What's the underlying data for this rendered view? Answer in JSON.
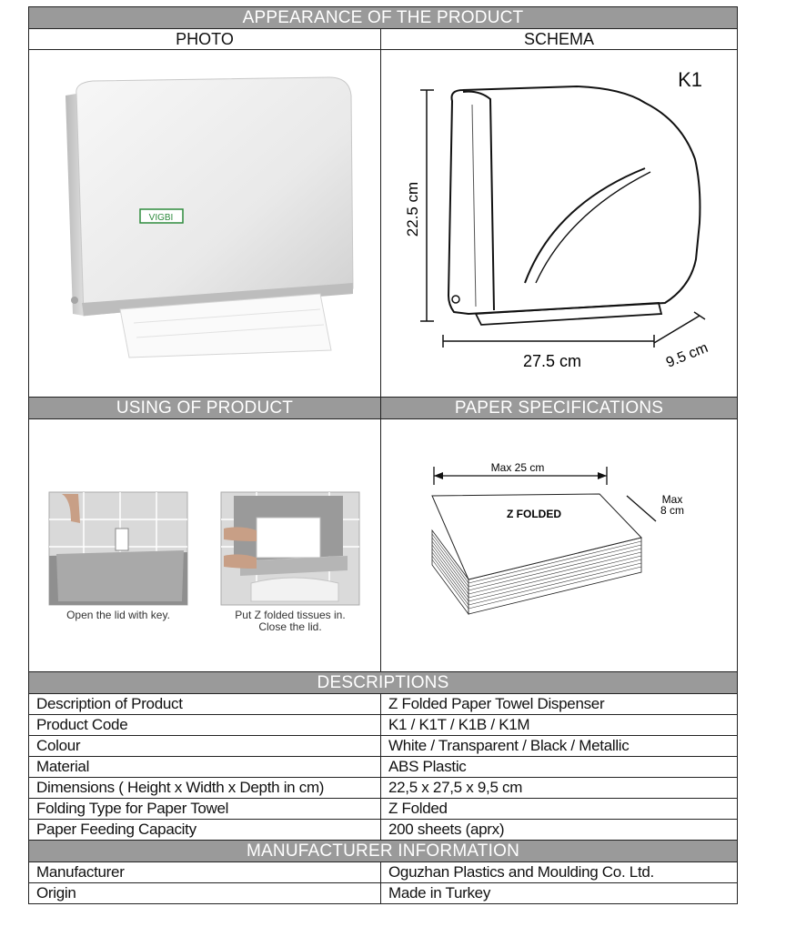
{
  "sections": {
    "appearance": "APPEARANCE OF THE PRODUCT",
    "using": "USING OF PRODUCT",
    "paper_specs": "PAPER  SPECIFICATIONS",
    "descriptions": "DESCRIPTIONS",
    "manufacturer_info": "MANUFACTURER INFORMATION"
  },
  "columns": {
    "photo": "PHOTO",
    "schema": "SCHEMA"
  },
  "photo": {
    "brand_label": "VIGBI"
  },
  "schema": {
    "model": "K1",
    "height": "22.5 cm",
    "width": "27.5 cm",
    "depth": "9.5 cm"
  },
  "usage": {
    "step1": "Open the lid with key.",
    "step2_line1": "Put Z folded tissues in.",
    "step2_line2": "Close the lid."
  },
  "paper": {
    "max_width": "Max 25 cm",
    "max_depth_line1": "Max",
    "max_depth_line2": "8 cm",
    "stack_label": "Z FOLDED"
  },
  "descriptions": [
    {
      "key": "Description of Product",
      "value": "Z Folded Paper Towel Dispenser"
    },
    {
      "key": "Product Code",
      "value": "K1 / K1T / K1B / K1M"
    },
    {
      "key": "Colour",
      "value": "White / Transparent / Black / Metallic"
    },
    {
      "key": "Material",
      "value": "ABS Plastic"
    },
    {
      "key": "Dimensions ( Height  x Width x Depth in cm)",
      "value": "22,5 x 27,5 x 9,5 cm"
    },
    {
      "key": "Folding Type for Paper Towel",
      "value": "Z Folded"
    },
    {
      "key": "Paper Feeding Capacity",
      "value": "200 sheets (aprx)"
    }
  ],
  "manufacturer": [
    {
      "key": "Manufacturer",
      "value": "Oguzhan Plastics and Moulding Co. Ltd."
    },
    {
      "key": "Origin",
      "value": "Made in Turkey"
    }
  ]
}
